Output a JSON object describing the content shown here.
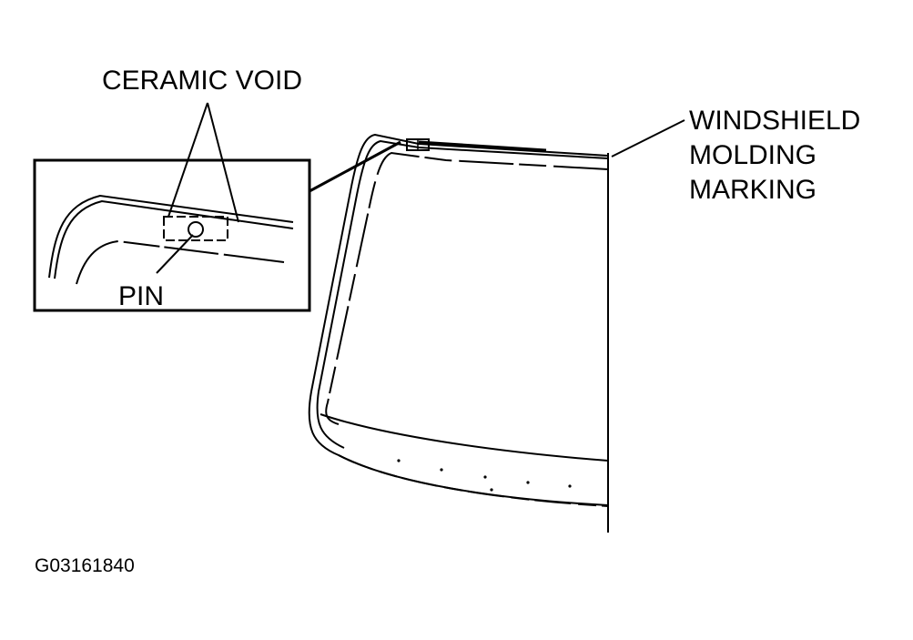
{
  "labels": {
    "ceramic_void": "CERAMIC VOID",
    "pin": "PIN",
    "windshield_line1": "WINDSHIELD",
    "windshield_line2": "MOLDING",
    "windshield_line3": "MARKING"
  },
  "figure_code": "G03161840"
}
